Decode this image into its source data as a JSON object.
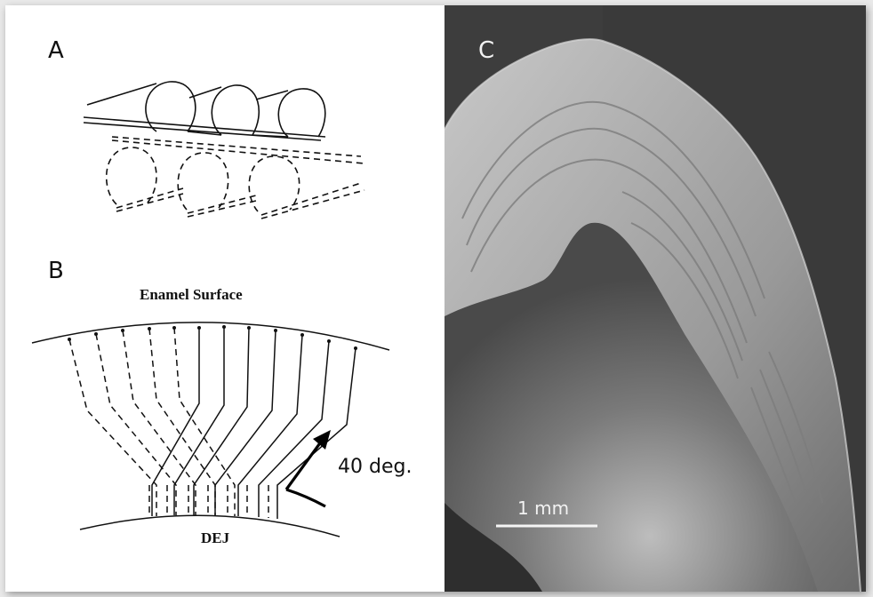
{
  "panels": {
    "a": {
      "letter": "A"
    },
    "b": {
      "letter": "B",
      "top_label": "Enamel Surface",
      "bottom_label": "DEJ",
      "angle_label": "40 deg."
    },
    "c": {
      "letter": "C",
      "scale_label": "1 mm"
    }
  }
}
